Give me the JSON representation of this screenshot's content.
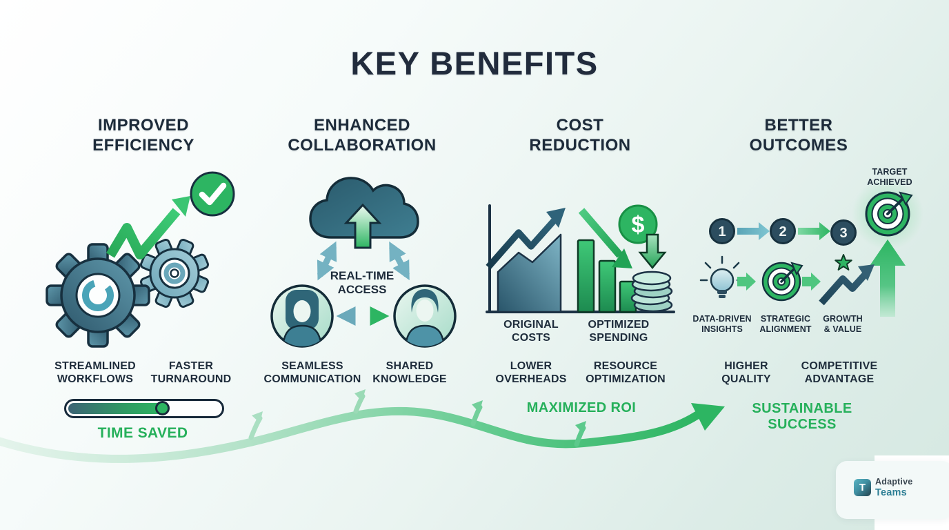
{
  "title": "KEY BENEFITS",
  "colors": {
    "accent_green": "#2db562",
    "dark_navy": "#1d2b3a",
    "teal": "#4aa4b8",
    "light_mint": "#dcece7"
  },
  "icons": {
    "dollar": "$"
  },
  "columns": [
    {
      "heading": "IMPROVED\nEFFICIENCY",
      "labels": [
        "STREAMLINED\nWORKFLOWS",
        "FASTER\nTURNAROUND"
      ],
      "highlight": "TIME SAVED",
      "progress_percent": 60
    },
    {
      "heading": "ENHANCED\nCOLLABORATION",
      "center_label": "REAL-TIME\nACCESS",
      "labels": [
        "SEAMLESS\nCOMMUNICATION",
        "SHARED\nKNOWLEDGE"
      ]
    },
    {
      "heading": "COST\nREDUCTION",
      "chart_labels": [
        "ORIGINAL\nCOSTS",
        "OPTIMIZED\nSPENDING"
      ],
      "labels": [
        "LOWER\nOVERHEADS",
        "RESOURCE\nOPTIMIZATION"
      ],
      "highlight": "MAXIMIZED ROI"
    },
    {
      "heading": "BETTER\nOUTCOMES",
      "steps": [
        "1",
        "2",
        "3"
      ],
      "target_label": "TARGET\nACHIEVED",
      "icon_labels": [
        "DATA-DRIVEN\nINSIGHTS",
        "STRATEGIC\nALIGNMENT",
        "GROWTH\n& VALUE"
      ],
      "labels": [
        "HIGHER\nQUALITY",
        "COMPETITIVE\nADVANTAGE"
      ],
      "highlight": "SUSTAINABLE SUCCESS"
    }
  ],
  "logo": {
    "monogram": "T",
    "line1": "Adaptive",
    "line2": "Teams"
  }
}
